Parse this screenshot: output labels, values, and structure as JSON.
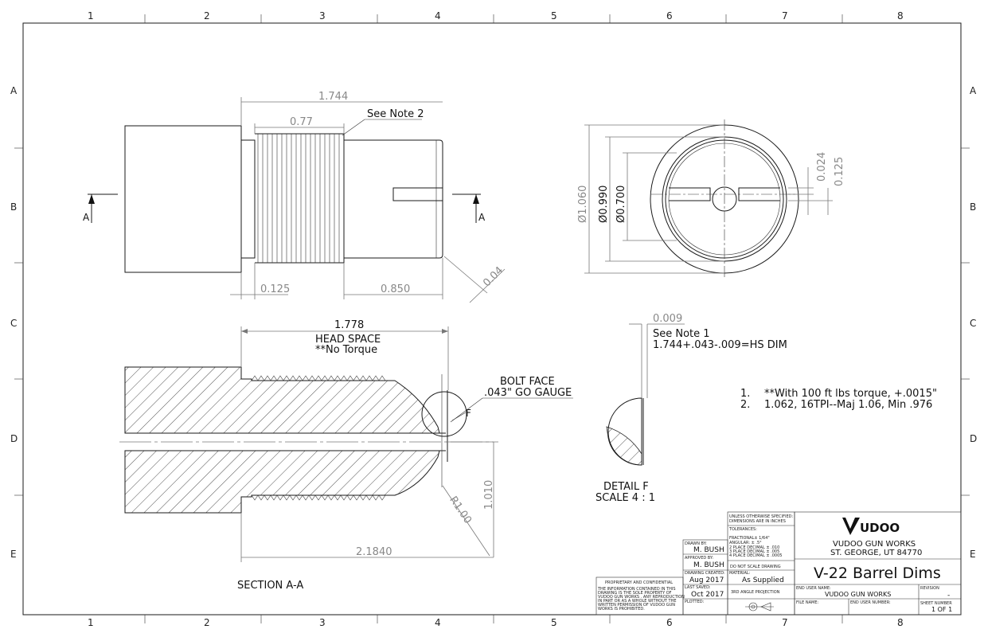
{
  "grid": {
    "columns": [
      "1",
      "2",
      "3",
      "4",
      "5",
      "6",
      "7",
      "8"
    ],
    "rows": [
      "A",
      "B",
      "C",
      "D",
      "E"
    ]
  },
  "top_view": {
    "dim_overall": "1.744",
    "dim_thread": "0.77",
    "note_ref": "See Note 2",
    "dim_relief": "0.125",
    "dim_shank": "0.850",
    "dim_chamfer": "0.04",
    "section_letter": "A"
  },
  "end_view": {
    "dia_outer": "Ø1.060",
    "dia_mid": "Ø0.990",
    "dia_inner": "Ø0.700",
    "dim_slot": "0.024",
    "dim_slot_width": "0.125"
  },
  "section_view": {
    "dim_headspace": "1.778",
    "headspace_label": "HEAD SPACE",
    "headspace_note": "**No Torque",
    "bolt_face_label": "BOLT FACE",
    "go_gauge_label": ".043\" GO GAUGE",
    "detail_letter": "F",
    "dim_vertical": "1.010",
    "dim_radius": "R1.00",
    "dim_bottom": "2.1840",
    "title": "SECTION A-A"
  },
  "detail_f": {
    "dim": "0.009",
    "note_ref": "See Note 1",
    "formula": "1.744+.043-.009=HS DIM",
    "title": "DETAIL F",
    "scale": "SCALE 4 : 1"
  },
  "notes": [
    {
      "num": "1.",
      "text": "**With 100 ft lbs torque, +.0015\""
    },
    {
      "num": "2.",
      "text": "1.062, 16TPI--Maj 1.06, Min .976"
    }
  ],
  "title_block": {
    "proprietary_title": "PROPRIETARY AND CONFIDENTIAL",
    "proprietary_lines": [
      "THE INFORMATION CONTAINED IN THIS",
      "DRAWING IS THE SOLE PROPERTY OF",
      "VUDOO GUN WORKS . ANY REPRODUCTION",
      "IN PART OR AS A WHOLE WITHOUT THE",
      "WRITTEN PERMISSION OF VUDOO GUN",
      "WORKS IS PROHIBITED."
    ],
    "tolerance_header": [
      "UNLESS OTHERWISE SPECIFIED:",
      "DIMENSIONS ARE IN INCHES"
    ],
    "tolerances_label": "TOLERANCES:",
    "tolerance_lines": [
      "FRACTIONAL± 1/64\"",
      "ANGULAR: ± .5°",
      "2 PLACE DECIMAL  ± .010",
      "3 PLACE DECIMAL  ± .005",
      "4 PLACE DECIMAL  ± .0005"
    ],
    "drawn_by_label": "DRAWN BY:",
    "drawn_by": "M. BUSH",
    "approved_by_label": "APPROVED BY:",
    "approved_by": "M. BUSH",
    "drawing_created_label": "DRAWING CREATED:",
    "drawing_created": "Aug 2017",
    "last_saved_label": "LAST SAVED:",
    "last_saved": "Oct 2017",
    "plotted_label": "PLOTTED:",
    "do_not_scale": "DO NOT SCALE DRAWING",
    "material_label": "MATERIAL:",
    "material": "As Supplied",
    "projection": "3RD ANGLE PROJECTION",
    "logo_text": "UDOO",
    "company": "VUDOO GUN WORKS",
    "address": "ST. GEORGE, UT 84770",
    "drawing_title": "V-22 Barrel Dims",
    "end_user_label": "END USER NAME:",
    "end_user": "VUDOO GUN WORKS",
    "revision_label": "REVISION",
    "revision": "-",
    "file_name_label": "FILE NAME:",
    "end_user_number_label": "END USER NUMBER:",
    "sheet_number_label": "SHEET NUMBER",
    "sheet_number": "1 OF 1"
  }
}
